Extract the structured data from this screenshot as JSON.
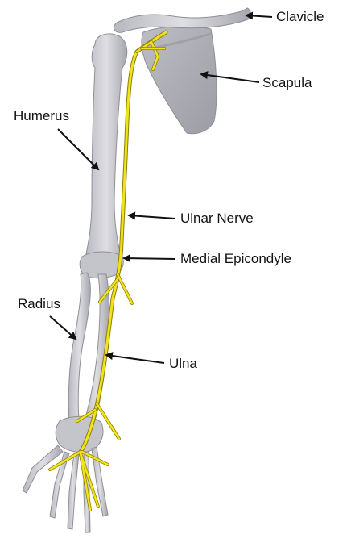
{
  "labels": {
    "clavicle": "Clavicle",
    "scapula": "Scapula",
    "humerus": "Humerus",
    "ulnar_nerve": "Ulnar Nerve",
    "medial_epicondyle": "Medial Epicondyle",
    "radius": "Radius",
    "ulna": "Ulna"
  },
  "colors": {
    "bone": "#c9c9cf",
    "bone_shadow": "#a9a9b1",
    "nerve": "#f2e21c",
    "nerve_outline": "#8a8200",
    "arrow": "#111111"
  }
}
